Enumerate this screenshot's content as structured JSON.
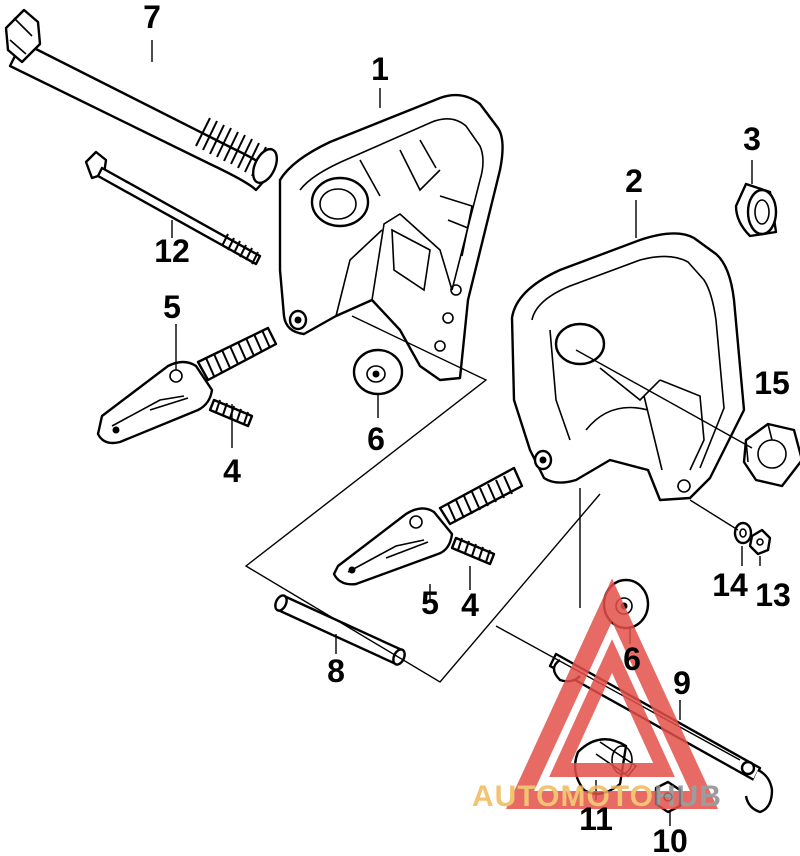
{
  "diagram": {
    "labels": {
      "p1": "1",
      "p2": "2",
      "p3": "3",
      "p4a": "4",
      "p4b": "4",
      "p5a": "5",
      "p5b": "5",
      "p6a": "6",
      "p6b": "6",
      "p7": "7",
      "p8": "8",
      "p9": "9",
      "p10": "10",
      "p11": "11",
      "p12": "12",
      "p13": "13",
      "p14": "14",
      "p15": "15"
    },
    "watermark": {
      "part1": "AUTOMO",
      "part2": "TO",
      "part3": "HUB",
      "triangle_color": "#e4514a",
      "text_color": "#f0b95a",
      "hub_color": "#8b8b8b"
    }
  }
}
